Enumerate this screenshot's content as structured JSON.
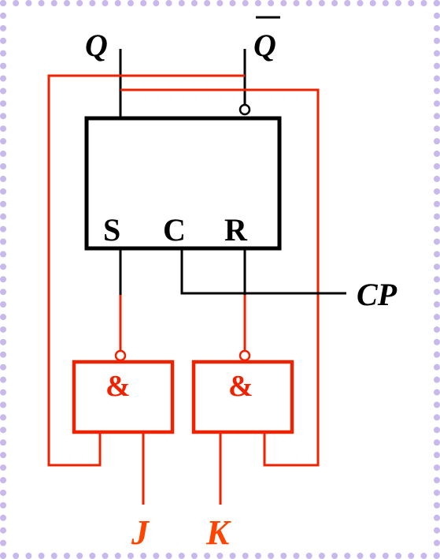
{
  "colors": {
    "black": "#000000",
    "red": "#ee2200",
    "label_red": "#ff4400",
    "border": "#c9b8ec"
  },
  "ff": {
    "q": "Q",
    "q_bar": "Q",
    "s": "S",
    "c": "C",
    "r": "R"
  },
  "clock": {
    "label": "CP"
  },
  "gates": {
    "left": {
      "symbol": "&"
    },
    "right": {
      "symbol": "&"
    }
  },
  "inputs": {
    "j": "J",
    "k": "K"
  }
}
